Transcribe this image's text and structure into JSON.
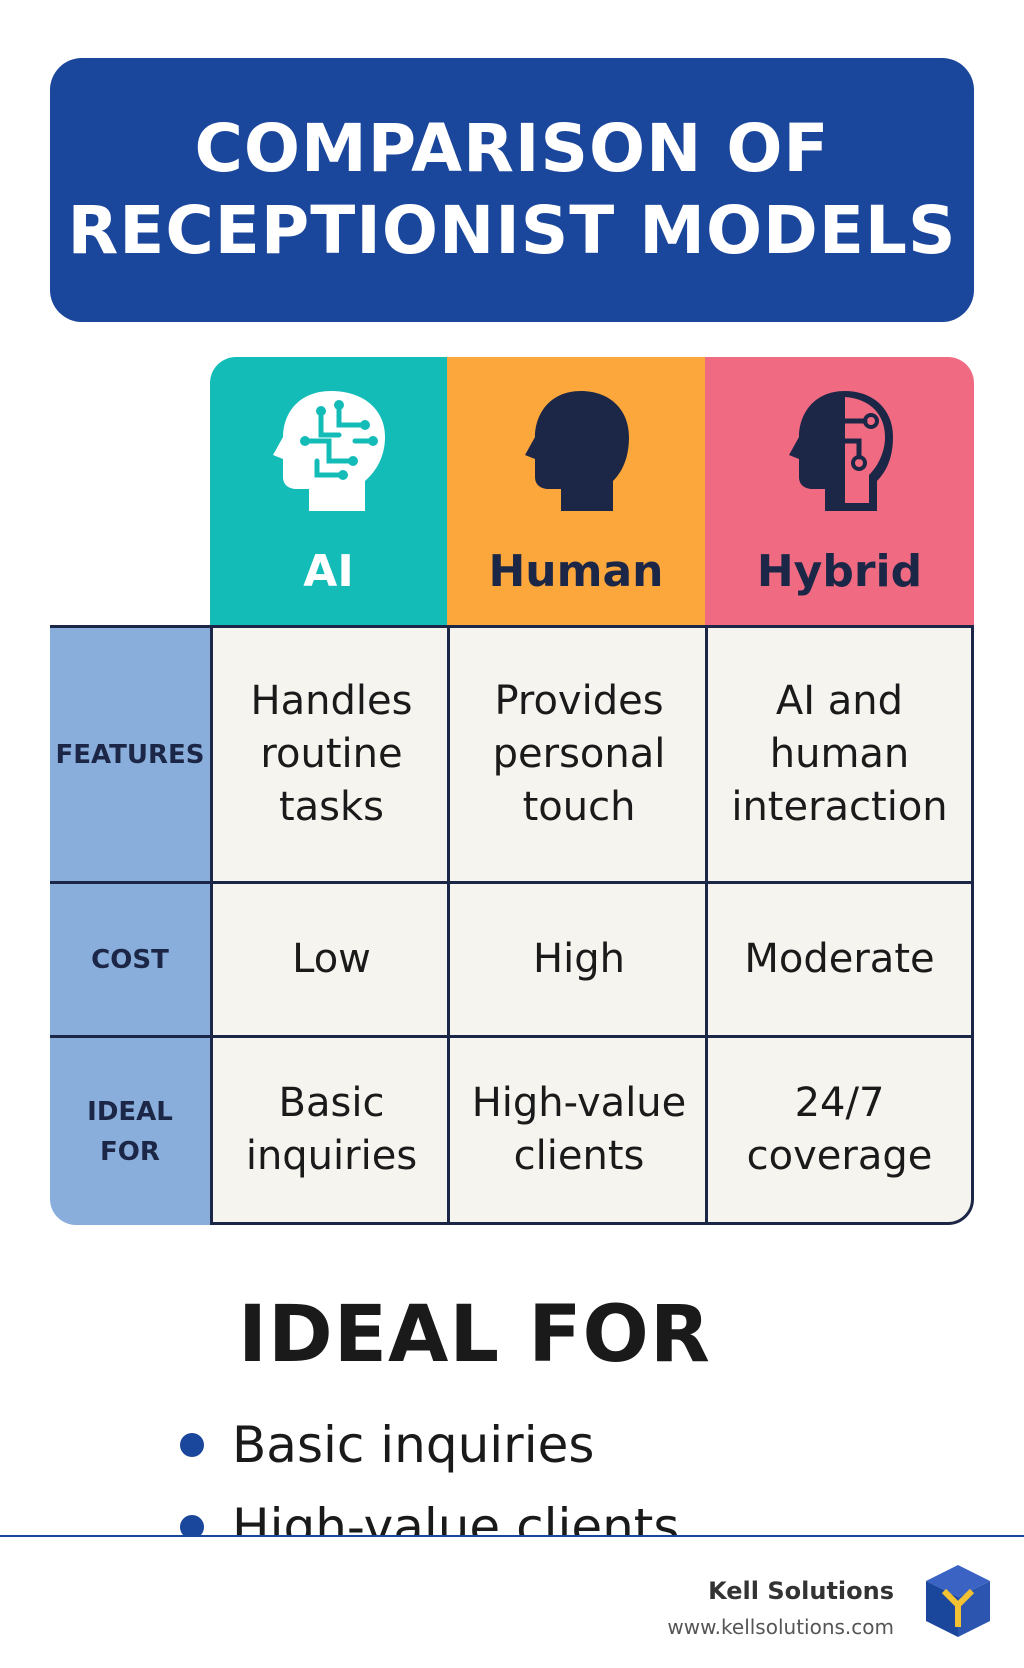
{
  "title": {
    "line1": "COMPARISON OF",
    "line2": "RECEPTIONIST MODELS"
  },
  "columns": [
    {
      "label": "AI",
      "icon": "ai-head-circuit-icon",
      "color": "#14bcb8"
    },
    {
      "label": "Human",
      "icon": "human-head-icon",
      "color": "#fba73c"
    },
    {
      "label": "Hybrid",
      "icon": "hybrid-head-icon",
      "color": "#f06b82"
    }
  ],
  "rows": [
    {
      "label": "FEATURES",
      "cells": [
        "Handles routine tasks",
        "Provides personal touch",
        "AI and human interaction"
      ]
    },
    {
      "label": "COST",
      "cells": [
        "Low",
        "High",
        "Moderate"
      ]
    },
    {
      "label_line1": "IDEAL",
      "label_line2": "FOR",
      "cells": [
        "Basic inquiries",
        "High-value clients",
        "24/7 coverage"
      ]
    }
  ],
  "ideal_for": {
    "heading": "IDEAL FOR",
    "items": [
      "Basic inquiries",
      "High-value clients"
    ]
  },
  "footer": {
    "brand": "Kell Solutions",
    "url": "www.kellsolutions.com"
  },
  "colors": {
    "banner": "#1a469c",
    "row_header": "#8aaedb",
    "cell_bg": "#f6f4ef",
    "dark": "#1c2747"
  }
}
